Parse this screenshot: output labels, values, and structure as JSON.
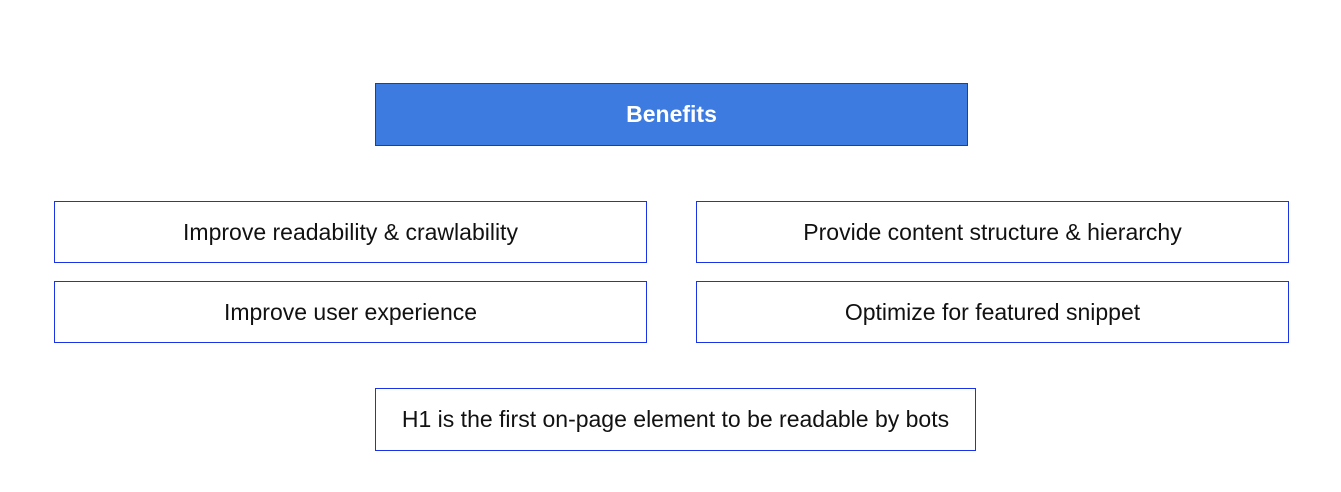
{
  "diagram": {
    "header": "Benefits",
    "items": [
      "Improve readability & crawlability",
      "Provide content structure & hierarchy",
      "Improve user experience",
      "Optimize for featured snippet"
    ],
    "footer": "H1 is the first on-page element to be readable by bots"
  },
  "colors": {
    "header_fill": "#3d7be0",
    "border": "#1a33e6",
    "text": "#111111"
  }
}
